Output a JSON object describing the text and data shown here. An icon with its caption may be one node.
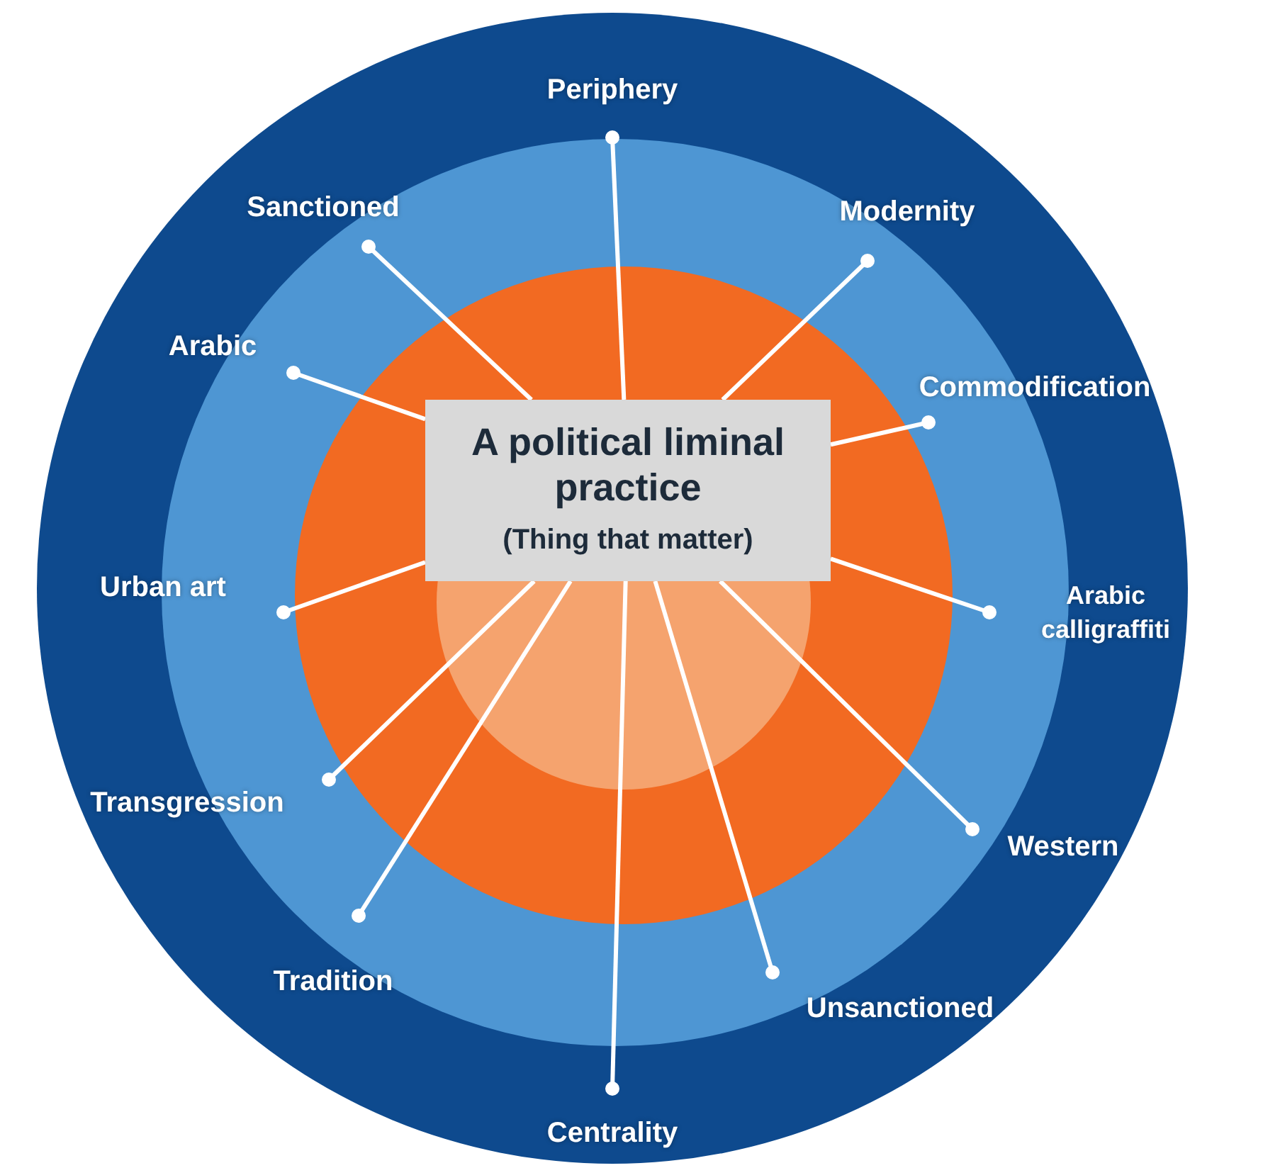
{
  "diagram": {
    "nodes": [
      {
        "text": [
          "A political liminal practice",
          "(Thing that matter)"
        ]
      },
      {
        "text": [
          "Periphery"
        ]
      },
      {
        "text": [
          "Sanctioned"
        ]
      },
      {
        "text": [
          "Modernity"
        ]
      },
      {
        "text": [
          "Arabic"
        ]
      },
      {
        "text": [
          "Commodification"
        ]
      },
      {
        "text": [
          "Urban art"
        ]
      },
      {
        "text": [
          "Arabic calligraffiti"
        ]
      },
      {
        "text": [
          "Transgression"
        ]
      },
      {
        "text": [
          "Western"
        ]
      },
      {
        "text": [
          "Tradition"
        ]
      },
      {
        "text": [
          "Unsanctioned"
        ]
      },
      {
        "text": [
          "Centrality"
        ]
      }
    ],
    "edges": [
      {
        "from": 0,
        "to": 1,
        "arrow": "other"
      },
      {
        "from": 0,
        "to": 2,
        "arrow": "other"
      },
      {
        "from": 0,
        "to": 3,
        "arrow": "other"
      },
      {
        "from": 0,
        "to": 4,
        "arrow": "other"
      },
      {
        "from": 0,
        "to": 5,
        "arrow": "other"
      },
      {
        "from": 0,
        "to": 6,
        "arrow": "other"
      },
      {
        "from": 0,
        "to": 7,
        "arrow": "other"
      },
      {
        "from": 0,
        "to": 8,
        "arrow": "other"
      },
      {
        "from": 0,
        "to": 9,
        "arrow": "other"
      },
      {
        "from": 0,
        "to": 10,
        "arrow": "other"
      },
      {
        "from": 0,
        "to": 11,
        "arrow": "other"
      },
      {
        "from": 0,
        "to": 12,
        "arrow": "other"
      }
    ]
  }
}
